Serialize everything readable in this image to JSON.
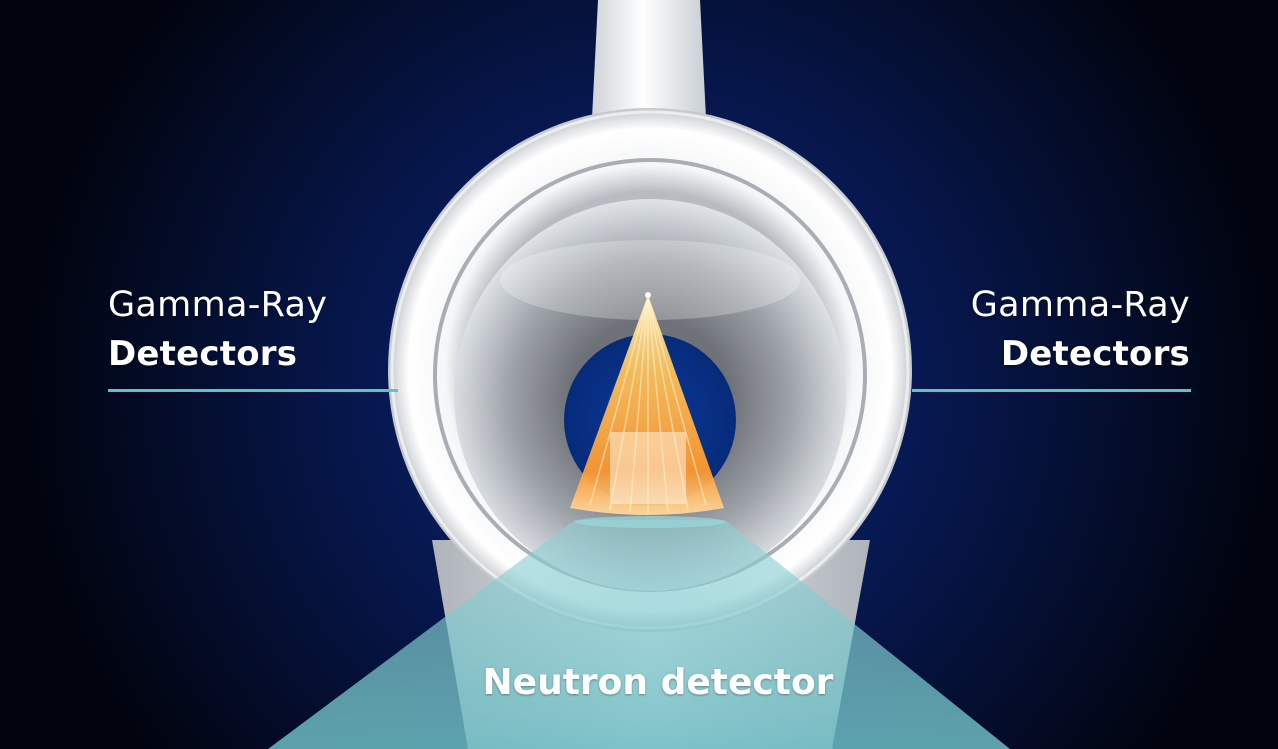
{
  "labels": {
    "left_detector": {
      "line1": "Gamma-Ray",
      "line2": "Detectors"
    },
    "right_detector": {
      "line1": "Gamma-Ray",
      "line2": "Detectors"
    },
    "bottom_detector": "Neutron detector"
  },
  "colors": {
    "background": "#02071c",
    "background_glow": "#0c2a7a",
    "ring": "#eef1f3",
    "leader_line": "#5ec4c1",
    "neutron_beam": "#7ec6cc",
    "gamma_cone": "#ffb347"
  }
}
